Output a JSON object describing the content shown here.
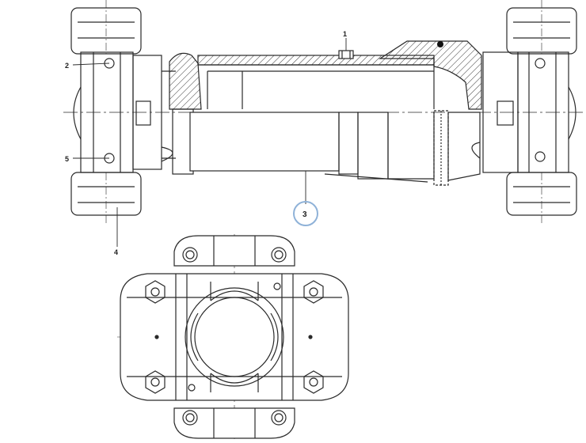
{
  "drawing": {
    "callouts": [
      {
        "id": "1",
        "text": "1"
      },
      {
        "id": "2",
        "text": "2"
      },
      {
        "id": "3",
        "text": "3"
      },
      {
        "id": "4",
        "text": "4"
      },
      {
        "id": "5",
        "text": "5"
      }
    ],
    "highlight_color": "#8fb2d8",
    "line_color": "#2a2a2a"
  }
}
